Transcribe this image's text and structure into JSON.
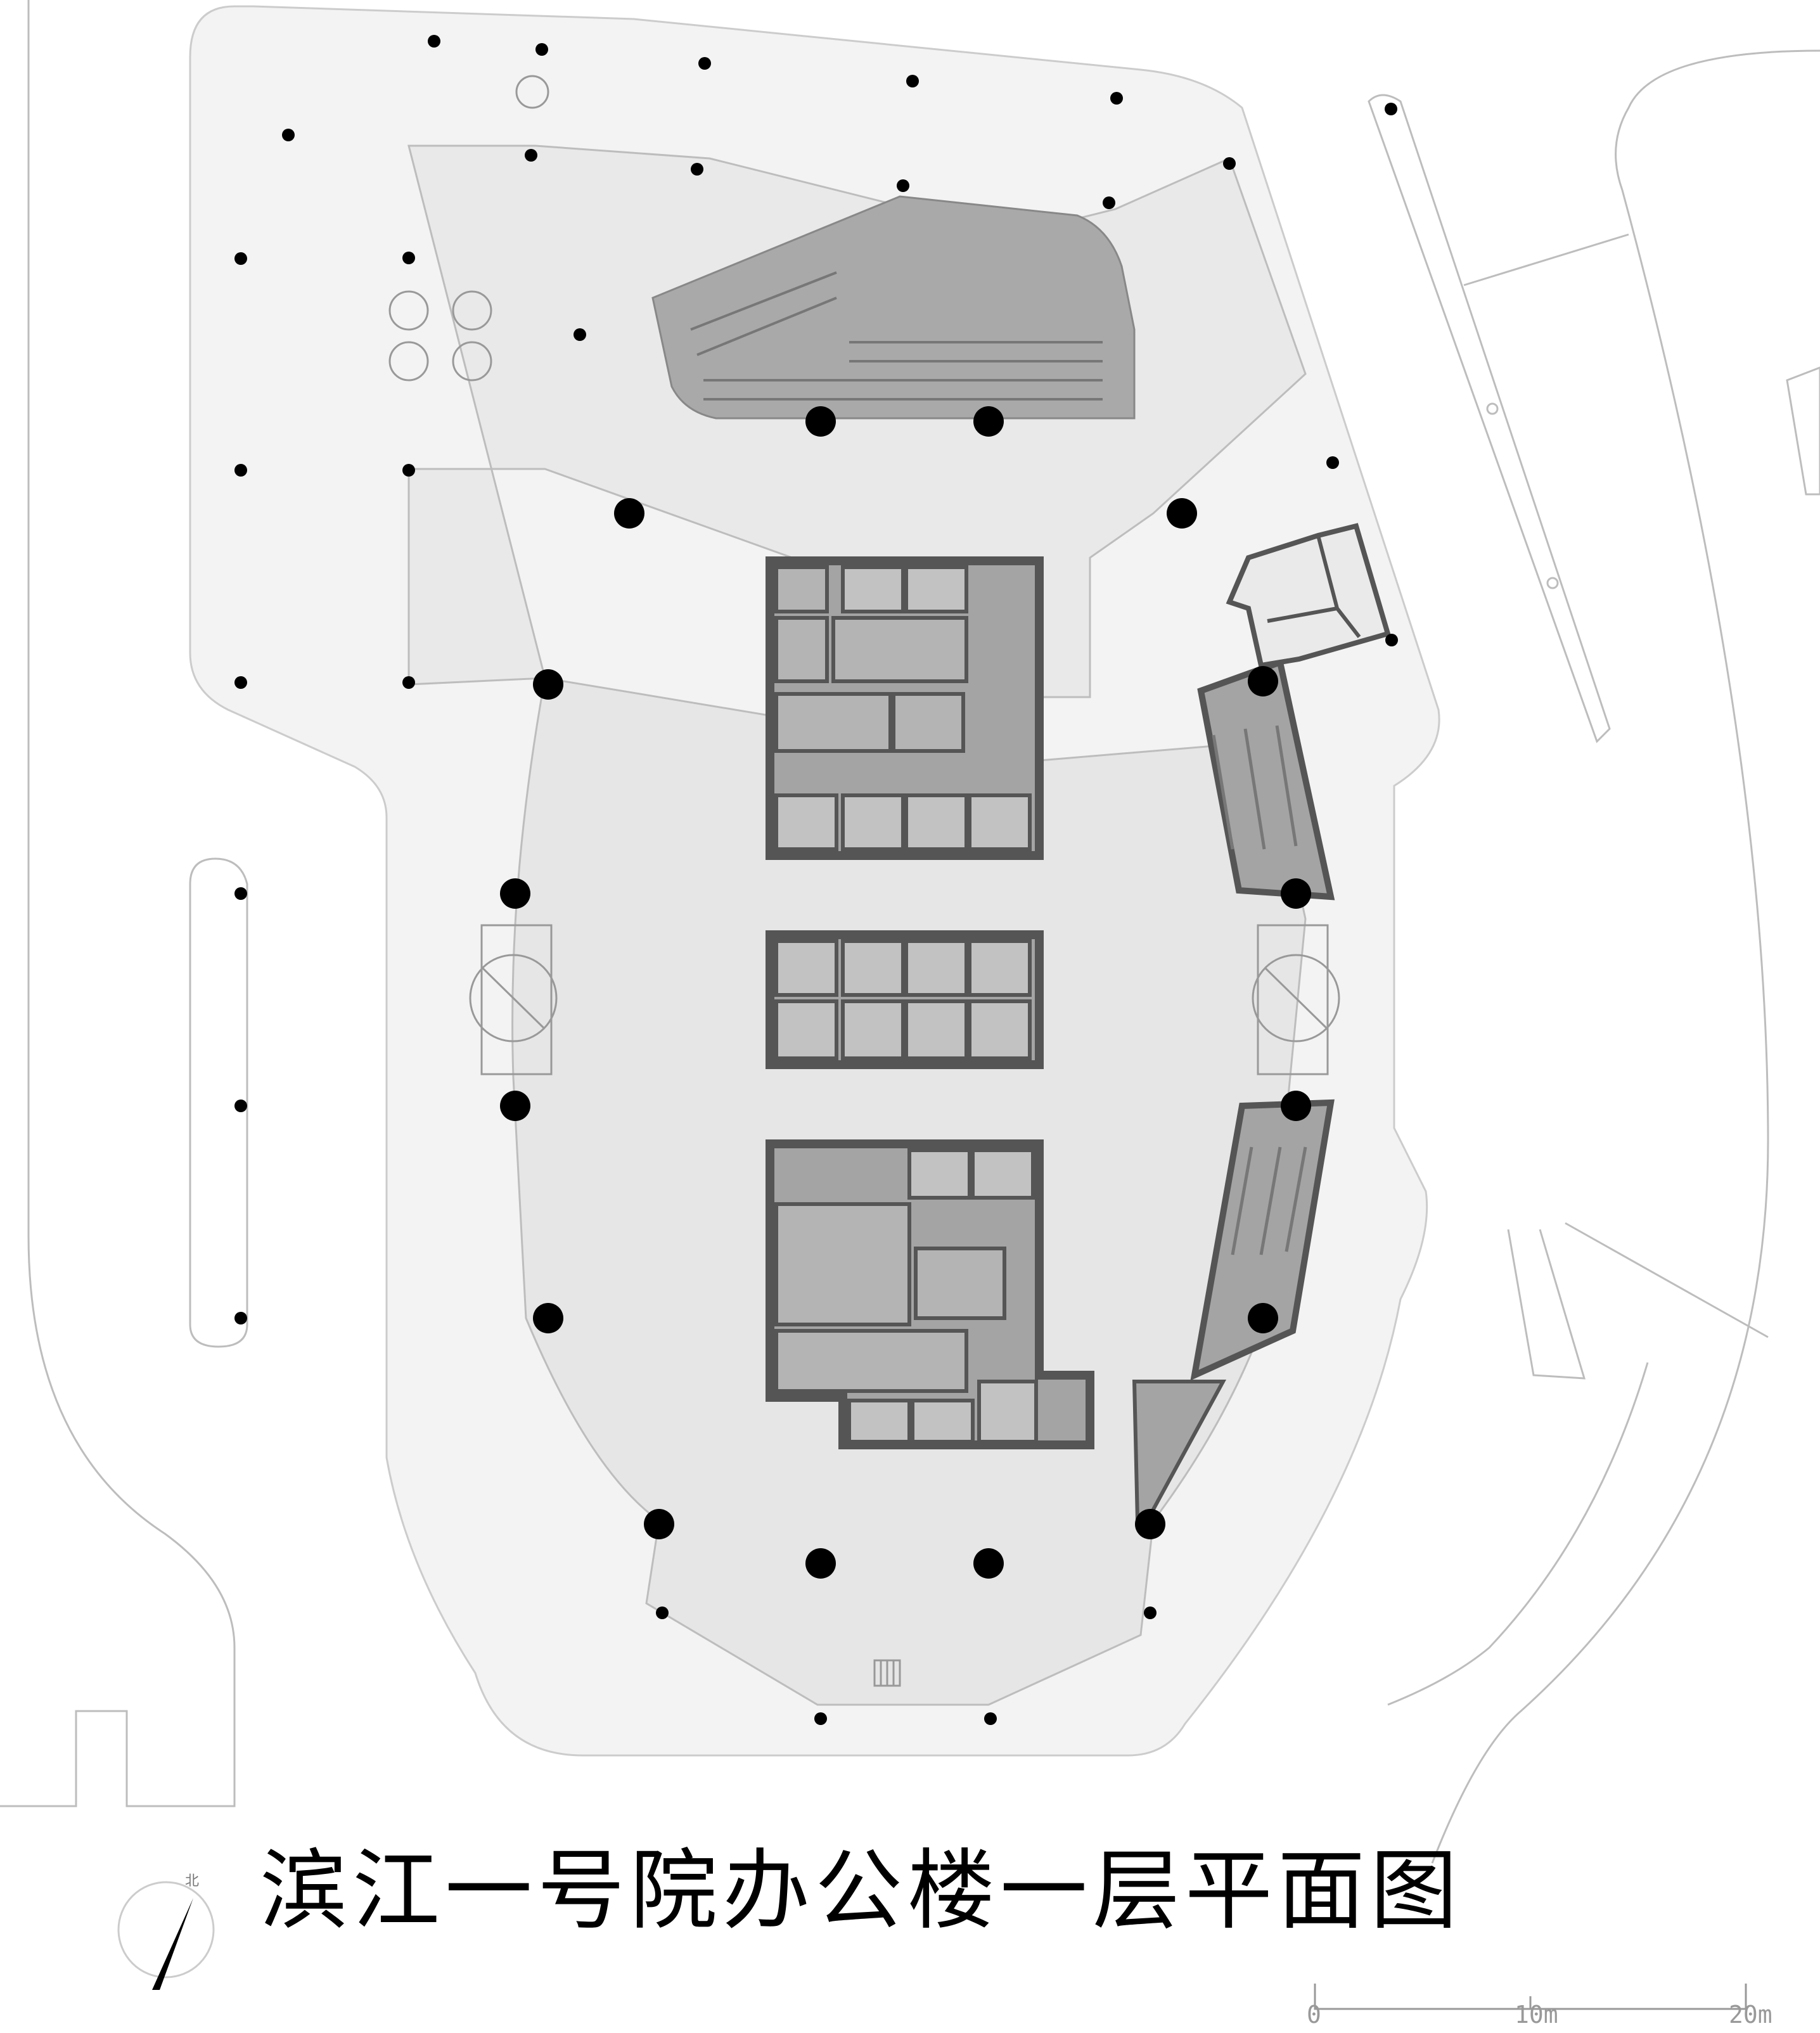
{
  "drawing": {
    "title": "滨江一号院办公楼一层平面图",
    "north_label": "北",
    "scale_labels": [
      "0",
      "10m",
      "20m"
    ]
  },
  "colors": {
    "site": "#f3f3f3",
    "interior": "#e6e6e6",
    "core": "#a4a4a4",
    "core_wall": "#555555",
    "line": "#bdbdbd",
    "column": "#000000"
  }
}
